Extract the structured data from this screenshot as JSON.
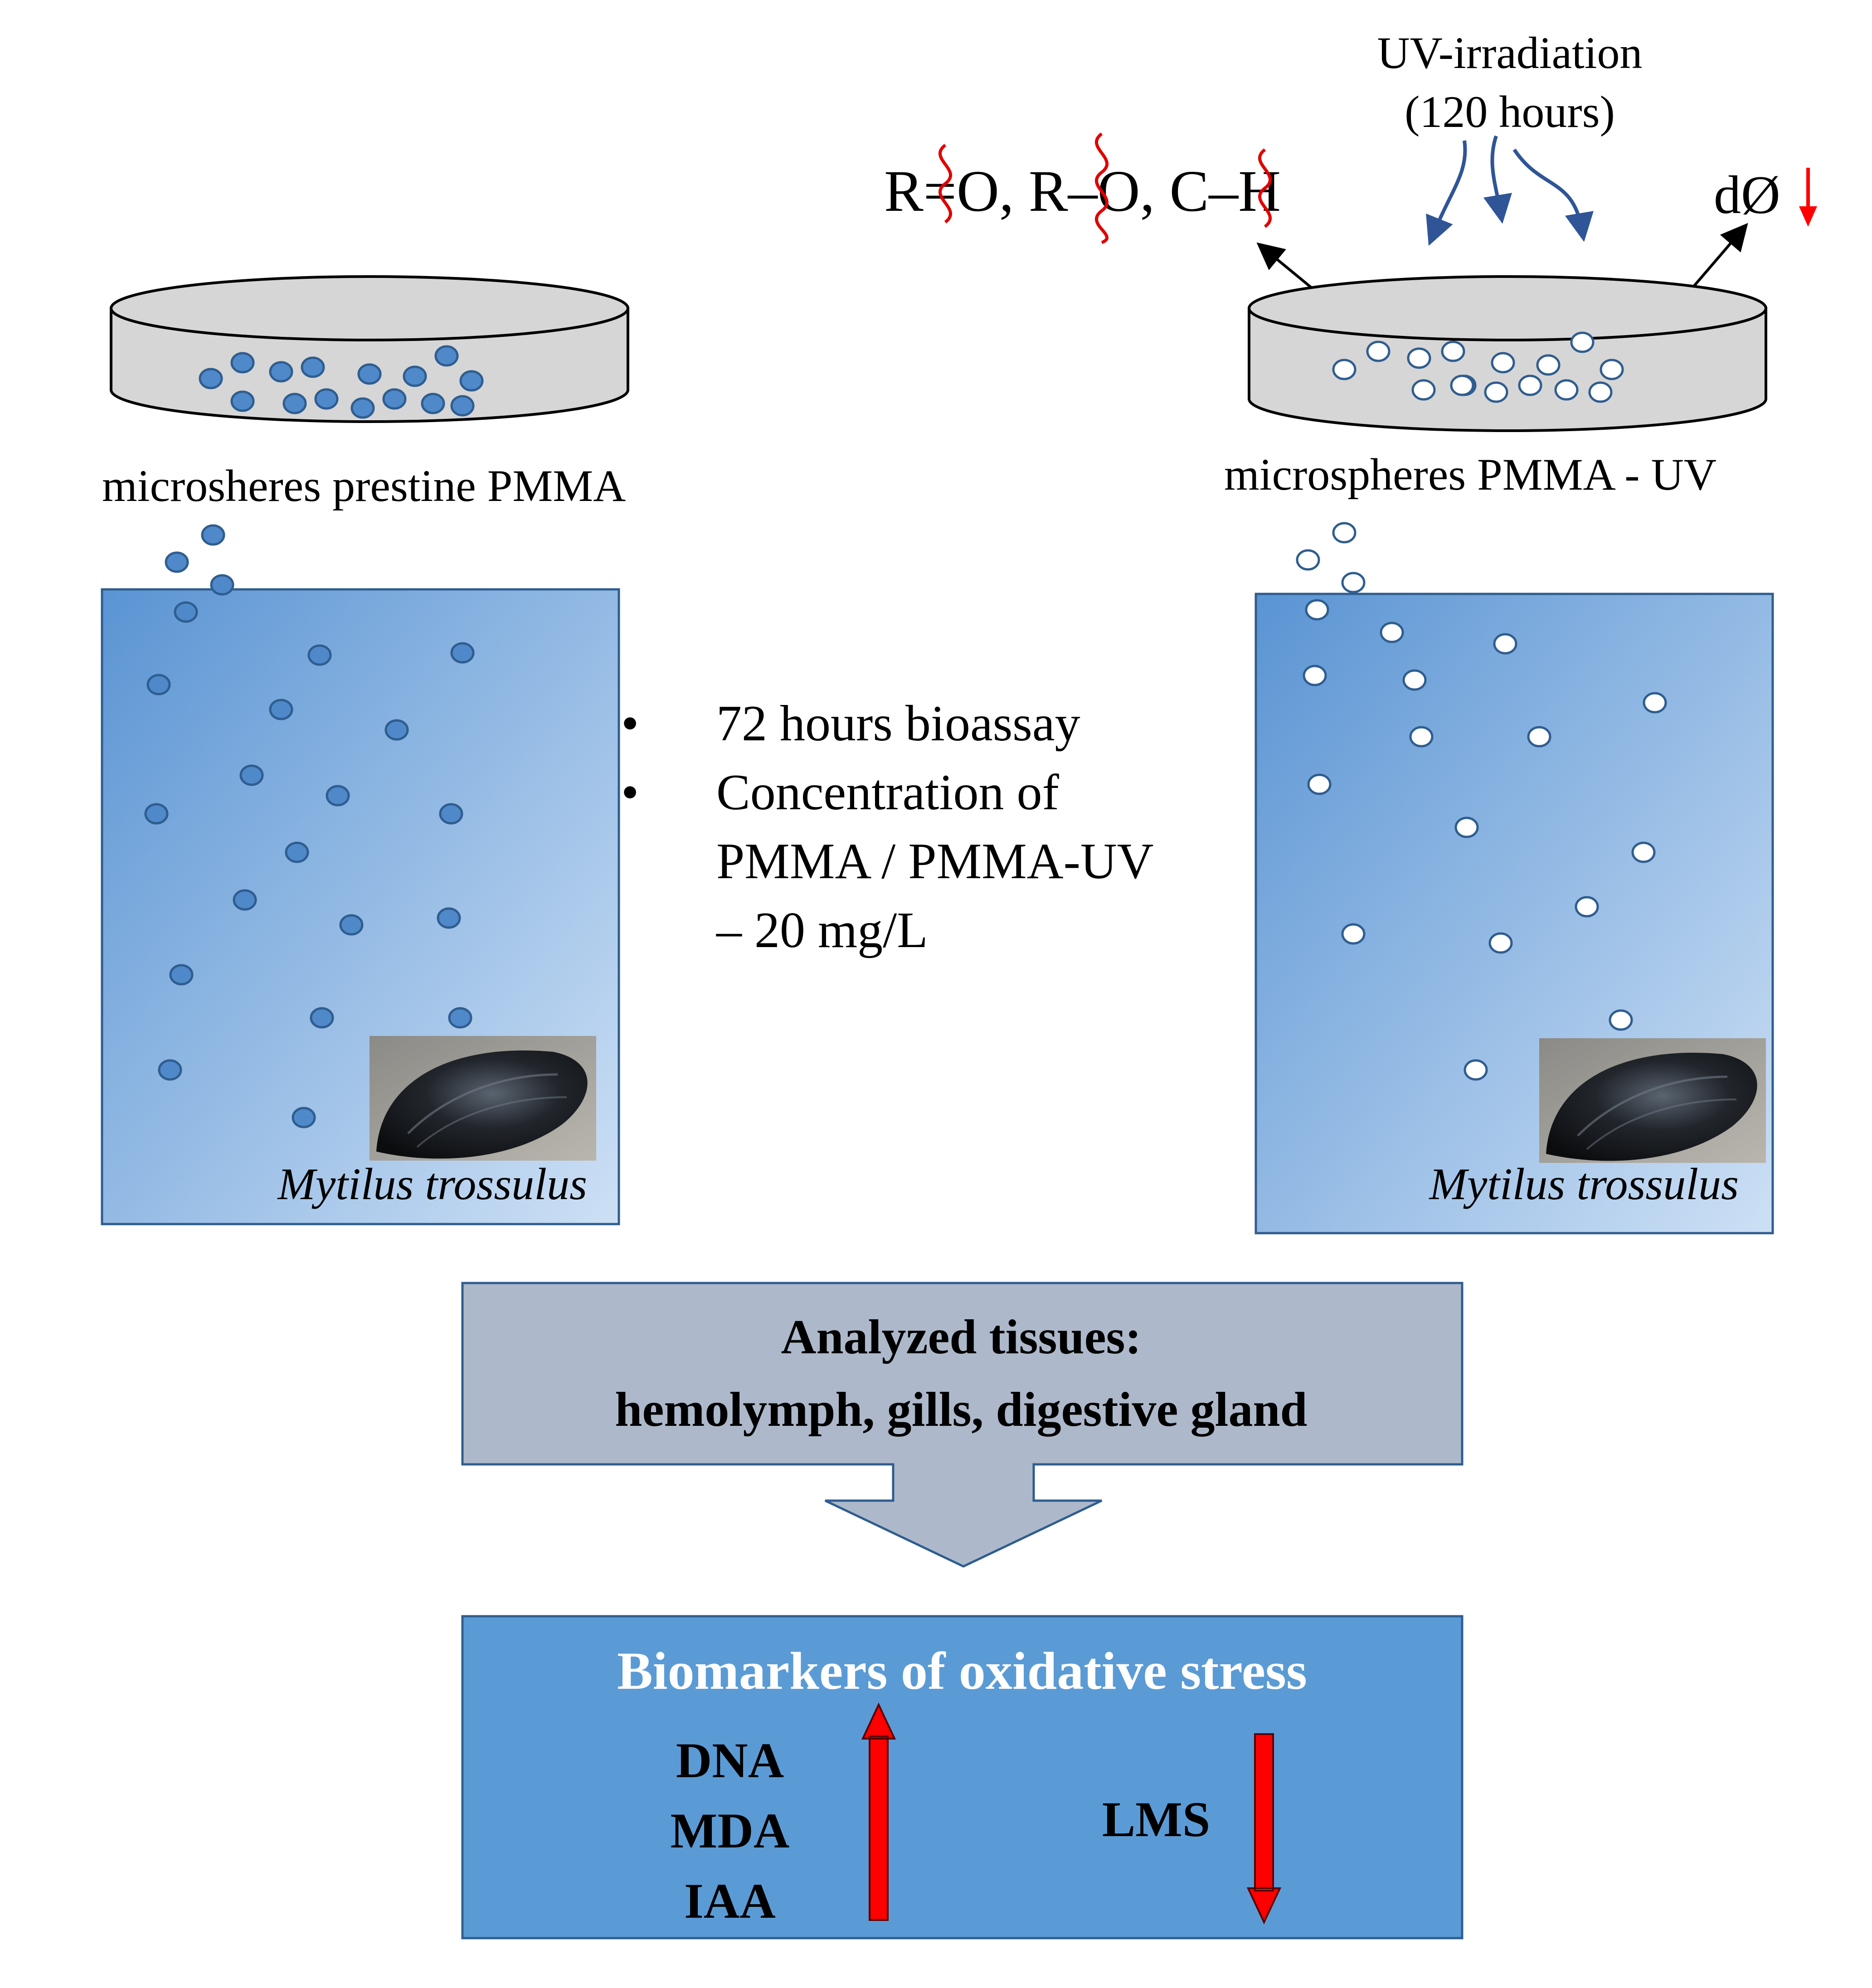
{
  "uv_label": {
    "line1": "UV-irradiation",
    "line2": "(120 hours)"
  },
  "bonds": [
    "R=O, ",
    "R–O, ",
    "C–H"
  ],
  "diameter_label": "dØ",
  "dish_left": {
    "caption": "microsheres prestine PMMA"
  },
  "dish_right": {
    "caption": "microspheres PMMA - UV"
  },
  "tank_left": {
    "species": "Mytilus trossulus"
  },
  "tank_right": {
    "species": "Mytilus trossulus"
  },
  "conditions": {
    "bullet_symbol": "•",
    "item1": "72 hours bioassay",
    "item2_line1": "Concentration of",
    "item2_line2": "PMMA / PMMA-UV",
    "item2_line3": "– 20 mg/L"
  },
  "analyzed": {
    "line1": "Analyzed tissues:",
    "line2": "hemolymph, gills, digestive gland"
  },
  "biomarkers": {
    "title": "Biomarkers of oxidative stress",
    "increased": [
      "DNA",
      "MDA",
      "IAA"
    ],
    "decreased": [
      "LMS"
    ]
  },
  "colors": {
    "particle_pristine": "#4f89c9",
    "particle_uv": "#ffffff",
    "particle_stroke": "#2f5d8f",
    "dish_fill": "#d6d6d6",
    "water_dark": "#5b95d4",
    "water_light": "#cfe0f4",
    "box_gray": "#adb9ca",
    "box_blue": "#5b9bd5",
    "accent_red": "#ff0000",
    "uv_arrow": "#2f5597"
  }
}
